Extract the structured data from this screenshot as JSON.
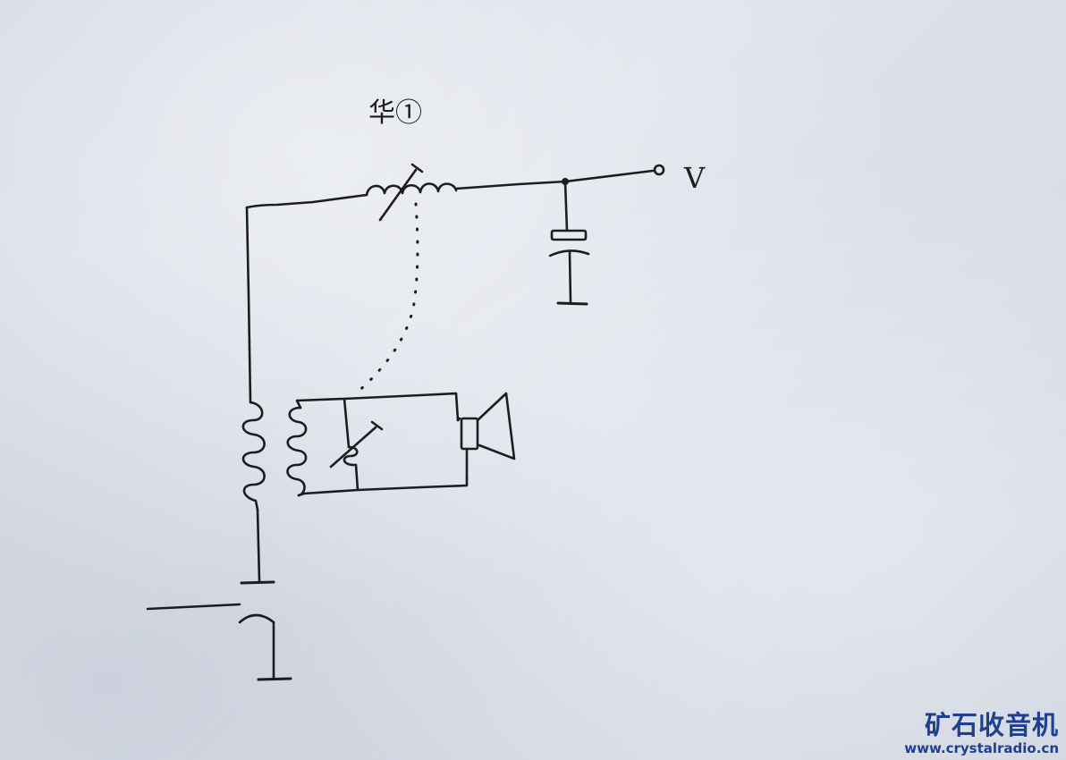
{
  "labels": {
    "coil_mark": "华①",
    "terminal": "V"
  },
  "watermark": {
    "title": "矿石收音机",
    "url": "www.crystalradio.cn"
  },
  "colors": {
    "paper": "#d9dde6",
    "ink": "#1c1d22",
    "watermark": "#1f3f8f"
  }
}
